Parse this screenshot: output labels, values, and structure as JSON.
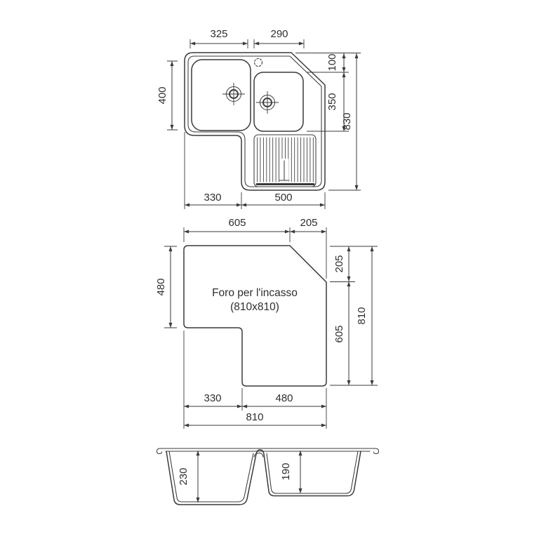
{
  "colors": {
    "line": "#3a3a3a",
    "text": "#2e2e2e",
    "background": "#ffffff"
  },
  "top_view": {
    "dims": {
      "basin_left_width": "325",
      "basin_right_width": "290",
      "basin_left_height": "400",
      "right_offset_top": "100",
      "basin_right_height": "350",
      "total_height": "830",
      "bottom_notch_width": "330",
      "bottom_arm_width": "500"
    }
  },
  "cutout_view": {
    "caption_line1": "Foro per l'incasso",
    "caption_line2": "(810x810)",
    "dims": {
      "top_width": "605",
      "top_chamfer": "205",
      "left_height": "480",
      "right_chamfer": "205",
      "right_height": "605",
      "right_total": "810",
      "bottom_notch_width": "330",
      "bottom_arm_width": "480",
      "bottom_total": "810"
    }
  },
  "section_view": {
    "dims": {
      "left_basin_depth": "230",
      "right_basin_depth": "190"
    }
  }
}
